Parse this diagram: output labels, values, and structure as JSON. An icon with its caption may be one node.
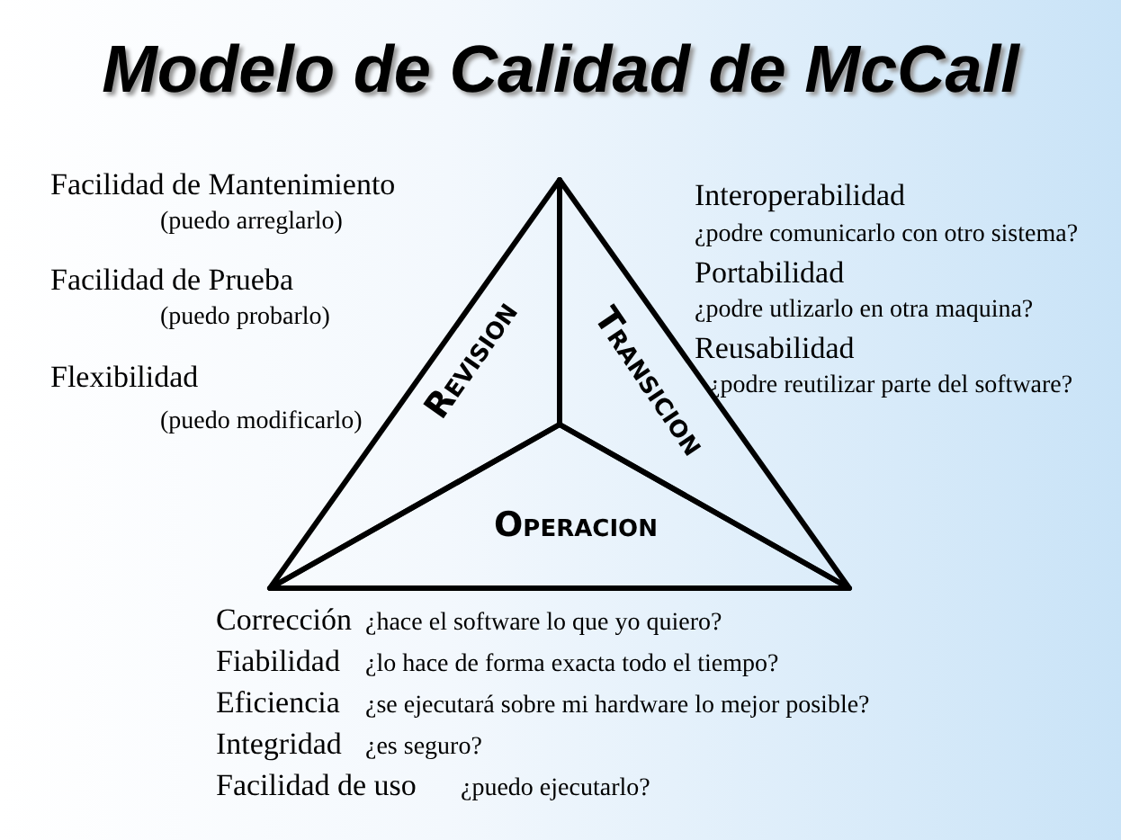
{
  "diagram": {
    "title": "Modelo de Calidad de McCall",
    "nodes": [
      {
        "text": [
          "Revision"
        ]
      },
      {
        "text": [
          "Transicion"
        ]
      },
      {
        "text": [
          "Operacion"
        ]
      }
    ],
    "labels": [
      "Facilidad de Mantenimiento",
      "(puedo arreglarlo)",
      "Facilidad de Prueba",
      "(puedo probarlo)",
      "Flexibilidad",
      "(puedo modificarlo)",
      "Interoperabilidad",
      "¿podre comunicarlo con otro sistema?",
      "Portabilidad",
      "¿podre utlizarlo en otra maquina?",
      "Reusabilidad",
      "¿podre reutilizar parte del software?",
      "Corrección",
      "¿hace el software lo que yo quiero?",
      "Fiabilidad",
      "¿lo hace de forma exacta todo el tiempo?",
      "Eficiencia",
      "¿se ejecutará sobre mi hardware lo mejor posible?",
      "Integridad",
      "¿es seguro?",
      "Facilidad de uso",
      "¿puedo ejecutarlo?"
    ]
  }
}
